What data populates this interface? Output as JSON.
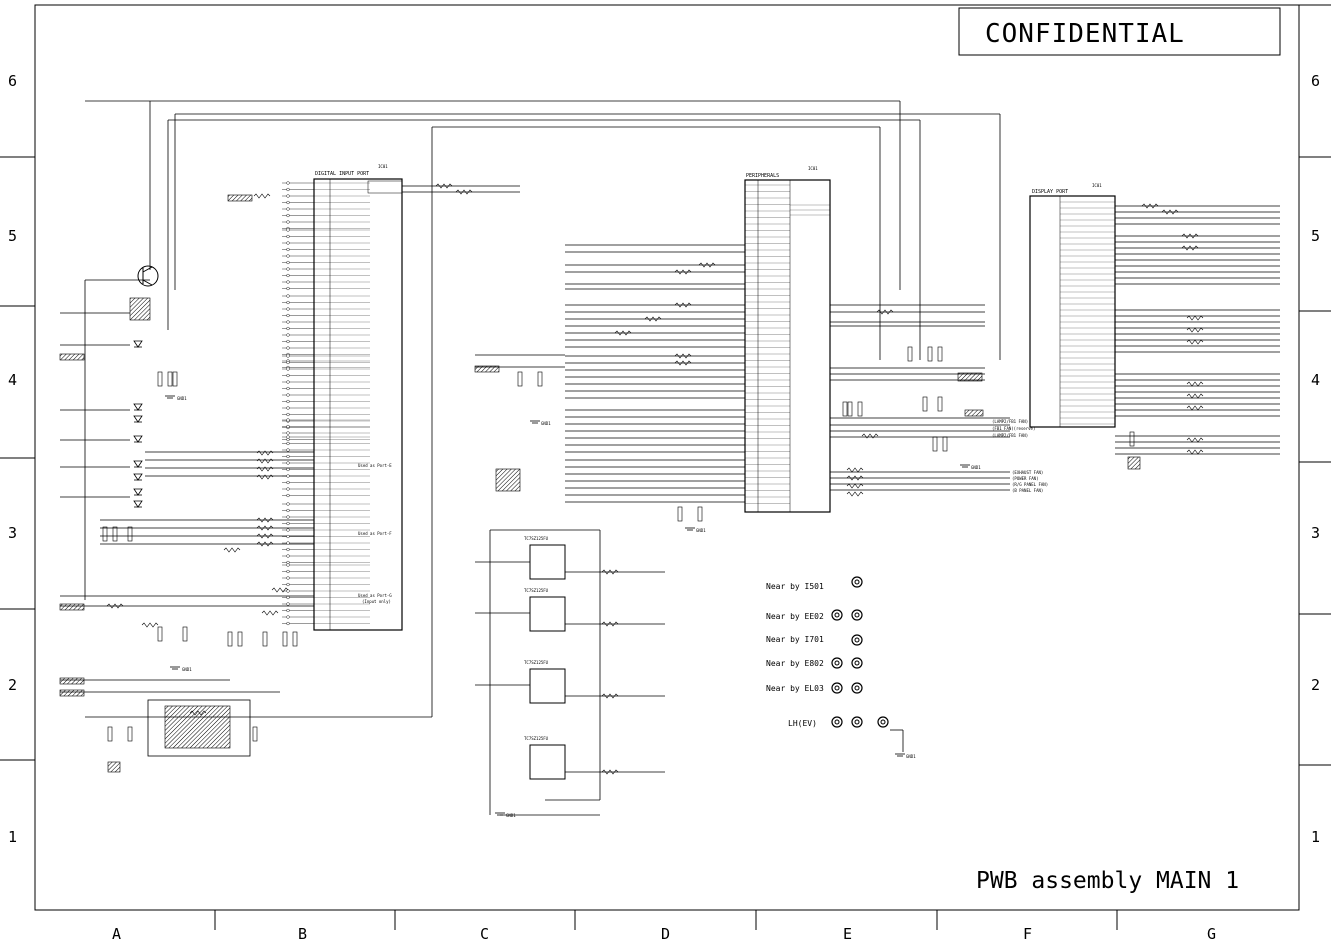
{
  "stamp": "CONFIDENTIAL",
  "footer_title": "PWB assembly MAIN 1",
  "row_labels": [
    "6",
    "5",
    "4",
    "3",
    "2",
    "1"
  ],
  "column_labels": [
    "A",
    "B",
    "C",
    "D",
    "E",
    "F",
    "G"
  ],
  "blocks": {
    "digital_input": {
      "title": "DIGITAL INPUT PORT",
      "ref": "IC01"
    },
    "peripherals": {
      "title": "PERIPHERALS",
      "ref": "IC01"
    },
    "display": {
      "title": "DISPLAY PORT",
      "ref": "IC01"
    }
  },
  "port_notes": {
    "e": "Used as Port-E",
    "f": "Used as Port-F",
    "g": "Used as Port-G",
    "g_sub": "(Input only)"
  },
  "near_by": [
    {
      "label": "Near by I501"
    },
    {
      "label": "Near by EE02"
    },
    {
      "label": "Near by I701"
    },
    {
      "label": "Near by E802"
    },
    {
      "label": "Near by EL03"
    },
    {
      "label": "LH(EV)"
    }
  ],
  "fan_labels": [
    "(LAMP2/FB1 FAN)",
    "(FB1 FAN)(reserve)",
    "(LAMP2/FB1 FAN)",
    "(EXHAUST FAN)",
    "(POWER FAN)",
    "(R/G PANEL FAN)",
    "(B PANEL FAN)"
  ],
  "ic_chips": [
    "TC7SZ125FU",
    "TC7SZ125FU",
    "TC7SZ125FU",
    "TC7SZ125FU"
  ],
  "gnd": "GND1"
}
